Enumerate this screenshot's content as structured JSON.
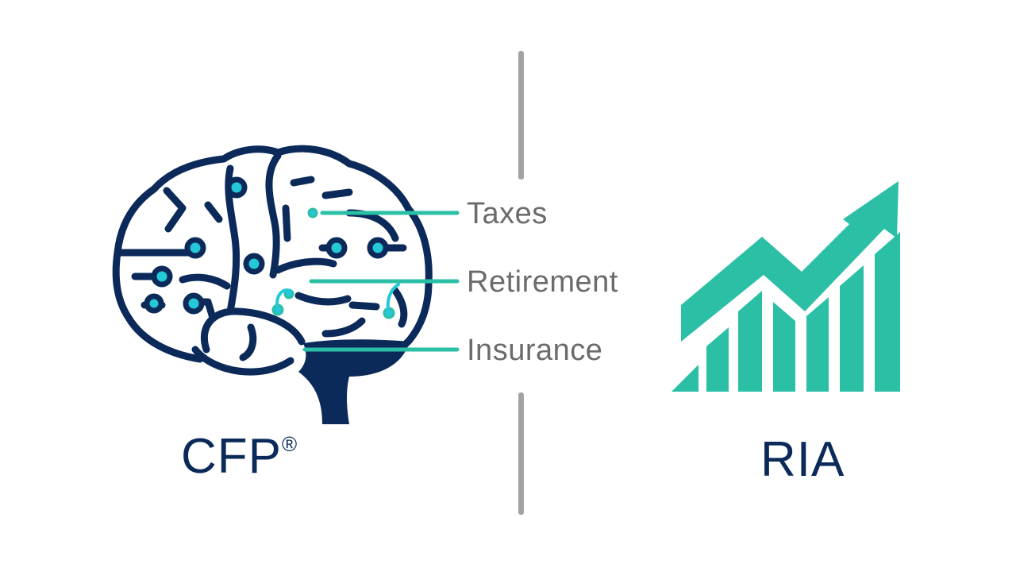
{
  "left": {
    "caption": "CFP",
    "caption_mark": "®",
    "icon": "brain-circuit-icon",
    "callouts": [
      {
        "label": "Taxes"
      },
      {
        "label": "Retirement"
      },
      {
        "label": "Insurance"
      }
    ]
  },
  "right": {
    "caption": "RIA",
    "icon": "growth-chart-icon"
  },
  "colors": {
    "navy": "#0b2a5a",
    "teal": "#2bbfa6",
    "cyan": "#24c8d8",
    "divider": "#a3a3a3",
    "label_gray": "#6b6b6b"
  }
}
